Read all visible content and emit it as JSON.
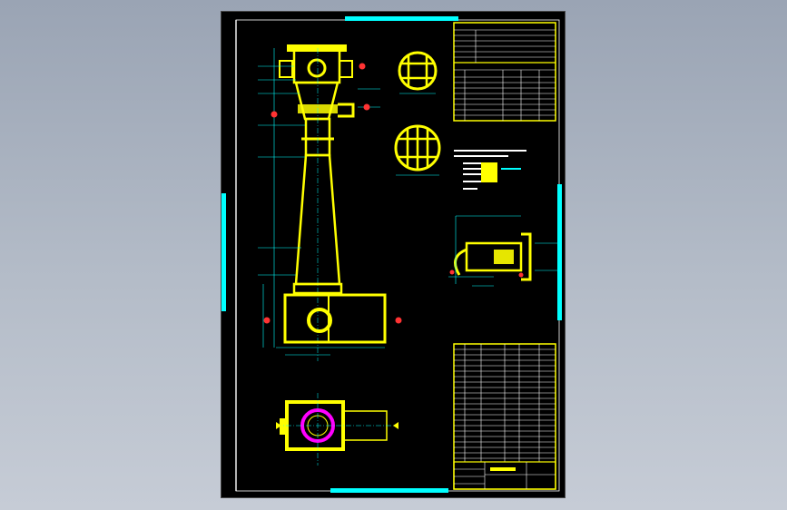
{
  "colors": {
    "background_top": "#9aa4b4",
    "background_bottom": "#c6ccd6",
    "sheet": "#000000",
    "frame": "#ffffff",
    "outline": "#ffff00",
    "dimension": "#00ffff",
    "callout": "#ff3333",
    "bore": "#ff00ff",
    "table_line": "#ffffff"
  },
  "icons": {
    "balloon": "circle-callout",
    "section_marker": "filled-triangle"
  },
  "drawing": {
    "views": [
      {
        "name": "front-elevation",
        "label": ""
      },
      {
        "name": "top-plan-view",
        "label": ""
      },
      {
        "name": "section-a-a",
        "label": ""
      },
      {
        "name": "section-b-b",
        "label": ""
      },
      {
        "name": "nozzle-detail",
        "label": ""
      }
    ]
  }
}
